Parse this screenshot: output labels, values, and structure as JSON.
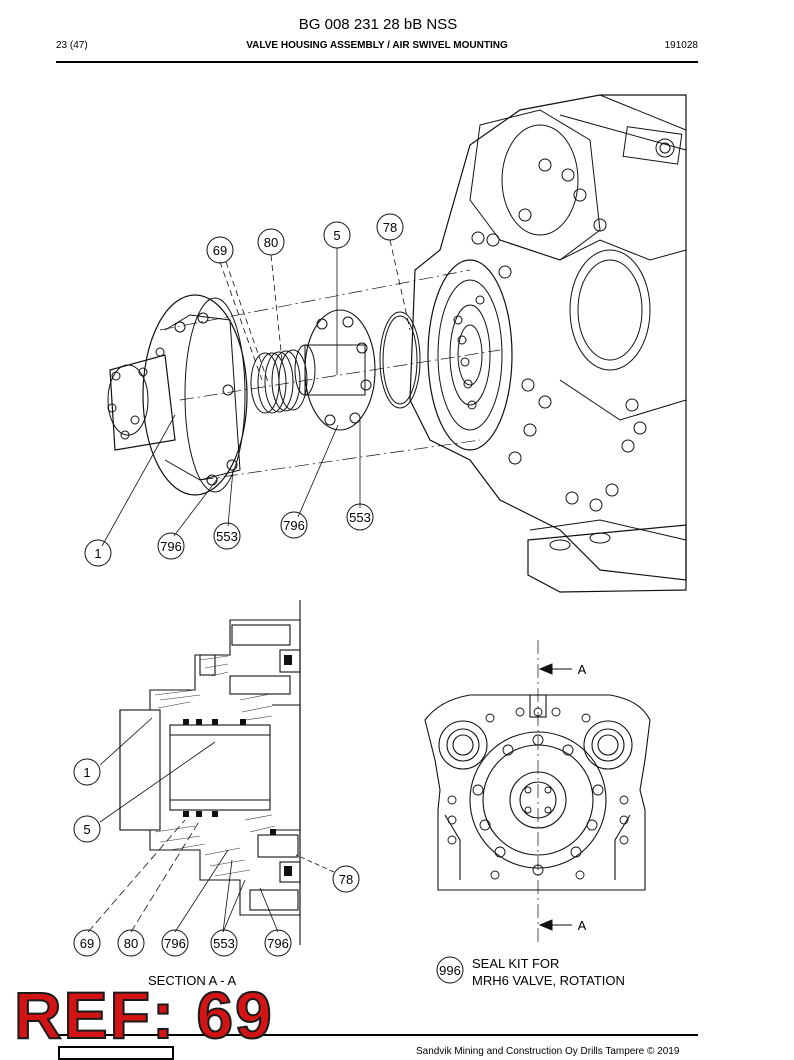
{
  "header": {
    "doc_title": "BG 008 231 28 bB NSS",
    "page": "23 (47)",
    "subtitle": "VALVE HOUSING ASSEMBLY / AIR SWIVEL MOUNTING",
    "code": "191028"
  },
  "callouts_exploded": [
    "69",
    "80",
    "5",
    "78",
    "1",
    "796",
    "553",
    "796",
    "553"
  ],
  "callouts_section": [
    "1",
    "5",
    "78",
    "69",
    "80",
    "796",
    "553",
    "796"
  ],
  "section_label": "SECTION  A - A",
  "view_marker": "A",
  "seal_kit": {
    "number": "996",
    "line1": "SEAL KIT FOR",
    "line2": "MRH6 VALVE, ROTATION"
  },
  "ref_stamp": "REF: 69",
  "footer": "Sandvik Mining and Construction Oy Drills Tampere © 2019"
}
